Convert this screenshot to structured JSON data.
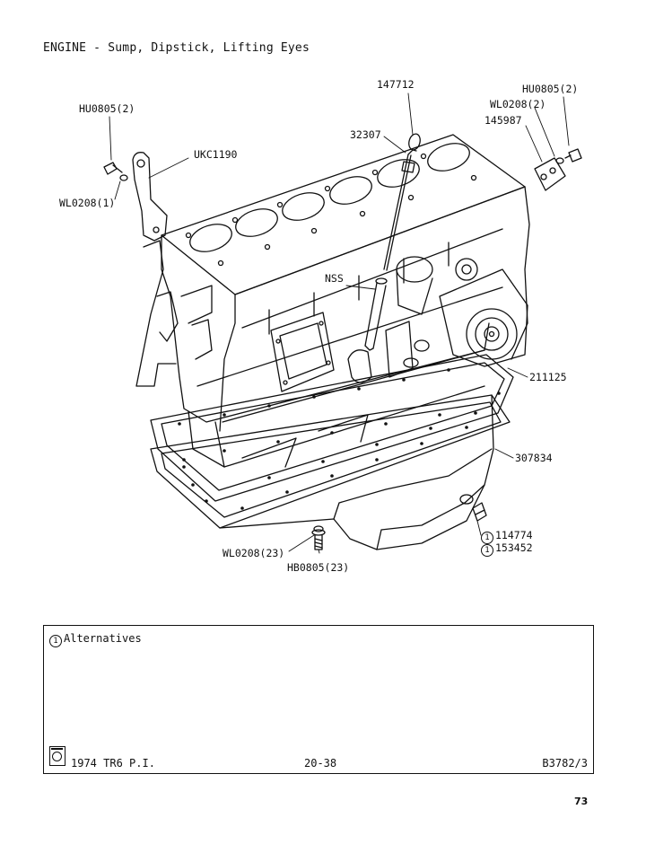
{
  "page": {
    "title": "ENGINE - Sump, Dipstick, Lifting Eyes",
    "page_number": "73"
  },
  "callouts": {
    "hu0805_left": "HU0805(2)",
    "ukc1190": "UKC1190",
    "wl0208_left": "WL0208(1)",
    "p147712": "147712",
    "p32307": "32307",
    "hu0805_right": "HU0805(2)",
    "wl0208_right": "WL0208(2)",
    "p145987": "145987",
    "nss": "NSS",
    "p211125": "211125",
    "p307834": "307834",
    "p114774": "114774",
    "p153452": "153452",
    "wl0208_23": "WL0208(23)",
    "hb0805_23": "HB0805(23)"
  },
  "alt_marker": "1",
  "notes": {
    "alternatives_label": "Alternatives"
  },
  "footer": {
    "model": "1974 TR6 P.I.",
    "section": "20-38",
    "code": "B3782/3"
  }
}
